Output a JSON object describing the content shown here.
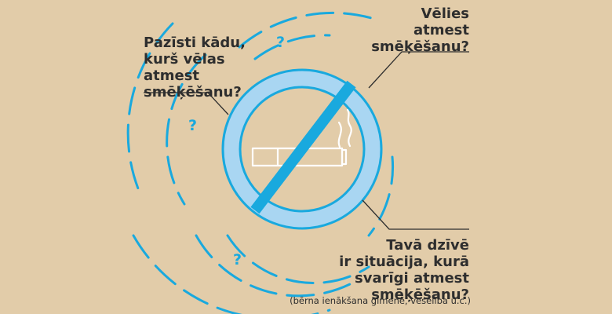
{
  "questions": {
    "left": "Pazīsti kādu,\nkurš vēlas\natmest\nsmēķēšanu?",
    "right_top": "Vēlies\natmest\nsmēķēšanu?",
    "right_bottom": "Tavā dzīvē\nir situācija, kurā\nsvarīgi atmest\nsmēķēšanu?"
  },
  "footnote": "(bērna ienākšana ģimenē, veselība u.c.)",
  "question_mark": "?",
  "colors": {
    "background": "#e2cca9",
    "accent_blue": "#19a9de",
    "light_blue": "#a9d6f2",
    "text": "#2e2e2e",
    "cigarette": "#ffffff"
  },
  "icons": {
    "central": "no-smoking-icon",
    "decoration": "dashed-ripple-arcs"
  }
}
